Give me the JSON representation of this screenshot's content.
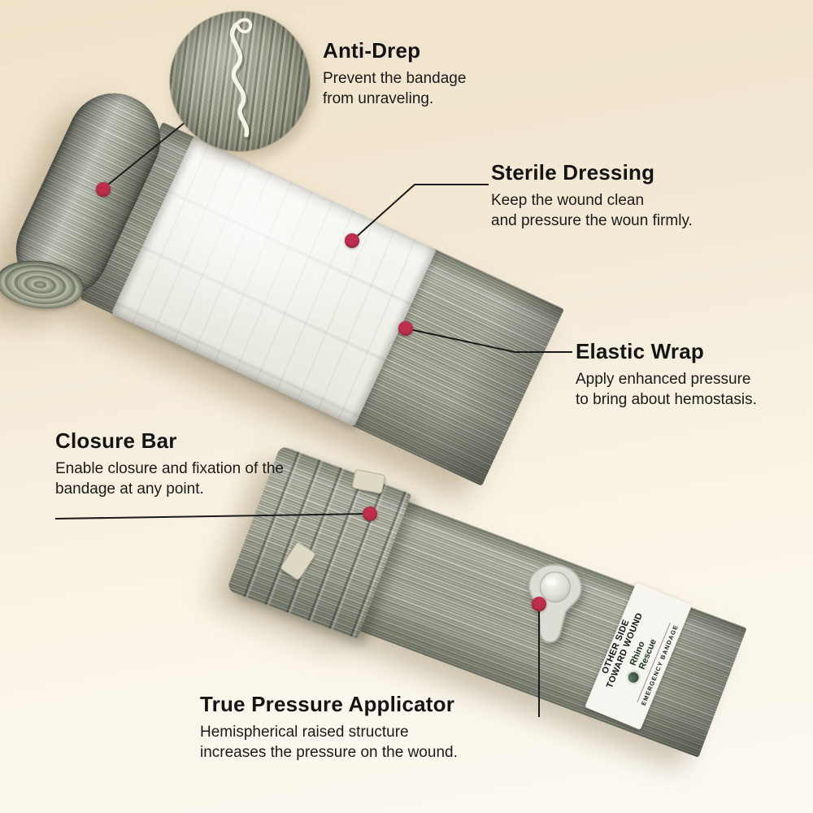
{
  "page": {
    "background_top_color": "#efe2c9",
    "background_bottom_color": "#fdfaf3",
    "marker_color": "#bf2e4c",
    "callout_line_color": "#1b1b1b",
    "fabric_color": "#a6a998",
    "dressing_pad_color": "#f0f1ea"
  },
  "annotations": {
    "anti_drep": {
      "title": "Anti-Drep",
      "desc": "Prevent the bandage\nfrom unraveling."
    },
    "sterile_dressing": {
      "title": "Sterile Dressing",
      "desc": "Keep the wound clean\nand pressure the woun firmly."
    },
    "elastic_wrap": {
      "title": "Elastic Wrap",
      "desc": "Apply enhanced pressure\nto bring about hemostasis."
    },
    "closure_bar": {
      "title": "Closure Bar",
      "desc": "Enable closure and fixation of the\nbandage at any point."
    },
    "true_pressure_applicator": {
      "title": "True Pressure Applicator",
      "desc": "Hemispherical raised structure\nincreases the pressure on the wound."
    }
  },
  "product_label": {
    "side_note_line1": "OTHER SIDE",
    "side_note_line2": "TOWARD WOUND",
    "brand": "Rhino Rescue",
    "product_name": "EMERGENCY BANDAGE",
    "logo_icon": "rhino-circle"
  }
}
